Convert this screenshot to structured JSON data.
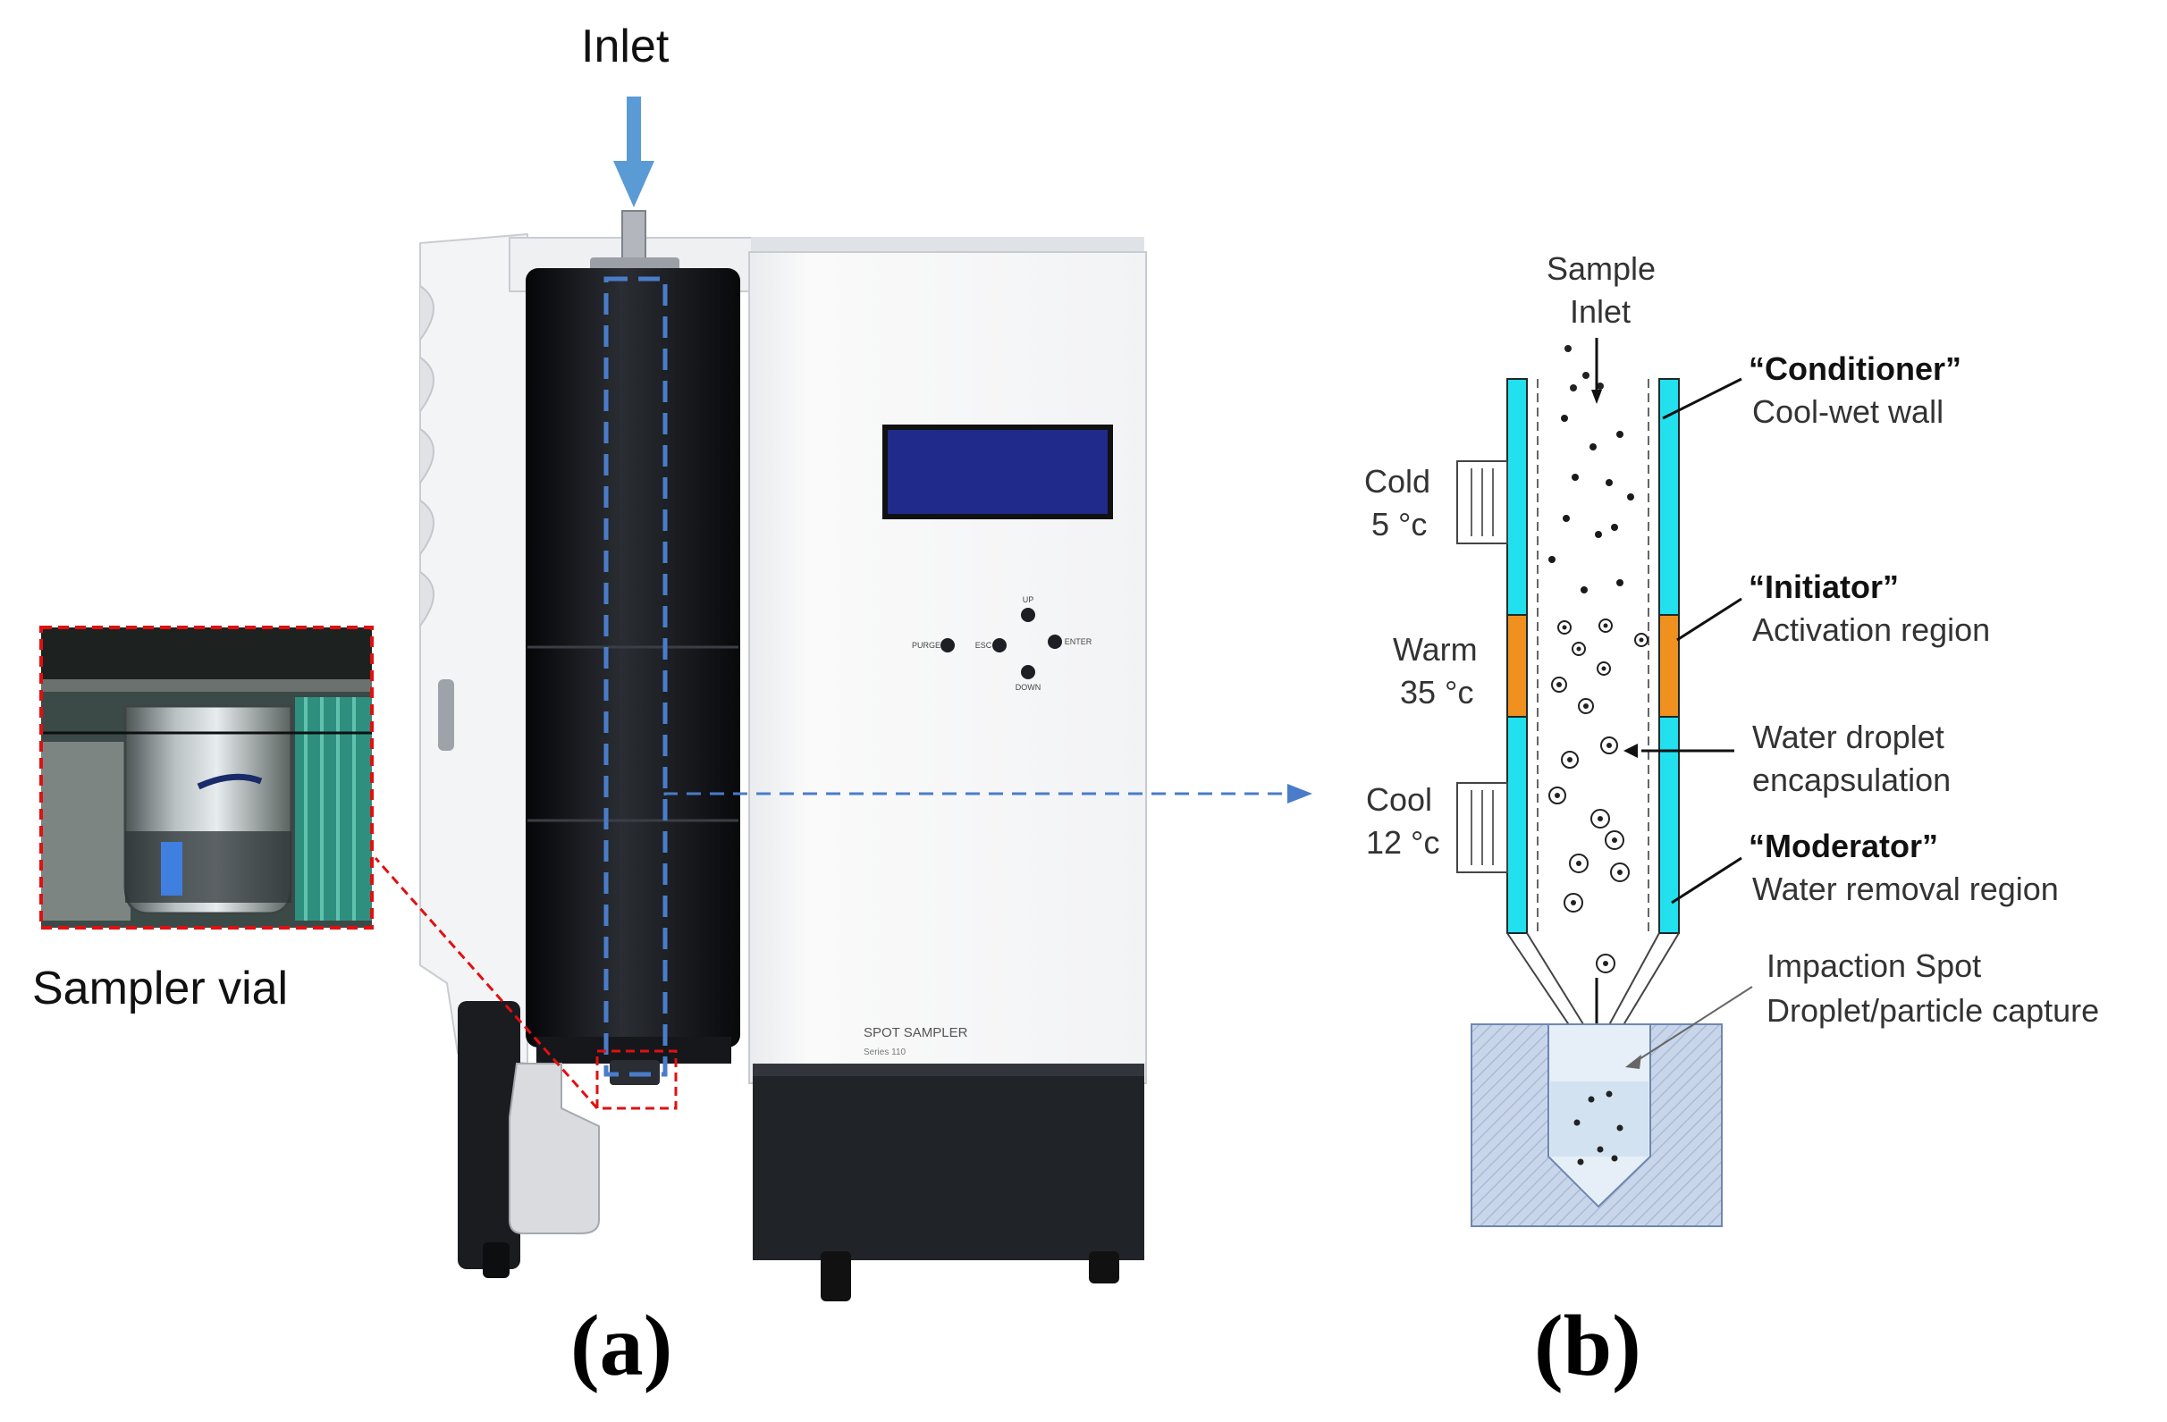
{
  "figure": {
    "panel_a": {
      "label": "(a)",
      "inlet_label": "Inlet",
      "vial_label": "Sampler vial",
      "device": {
        "brand_line": "SPOT SAMPLER",
        "series_line": "Series 110",
        "buttons": {
          "up": "UP",
          "down": "DOWN",
          "esc": "ESC",
          "purge": "PURGE",
          "enter": "ENTER"
        }
      }
    },
    "panel_b": {
      "label": "(b)",
      "sample_inlet": [
        "Sample",
        "Inlet"
      ],
      "zones": [
        {
          "name": "Cold",
          "temp": "5 °c"
        },
        {
          "name": "Warm",
          "temp": "35 °c"
        },
        {
          "name": "Cool",
          "temp": "12 °c"
        }
      ],
      "callouts": {
        "conditioner": {
          "title": "“Conditioner”",
          "desc": "Cool-wet wall"
        },
        "initiator": {
          "title": "“Initiator”",
          "desc": "Activation region"
        },
        "encapsulation": {
          "line1": "Water droplet",
          "line2": "encapsulation"
        },
        "moderator": {
          "title": "“Moderator”",
          "desc": "Water removal region"
        },
        "impaction": {
          "line1": "Impaction Spot",
          "line2": "Droplet/particle capture"
        }
      }
    },
    "colors": {
      "arrow_blue": "#5b9bd5",
      "dash_blue": "#4a7cc9",
      "cyan_wall": "#22e0ee",
      "orange_zone": "#f0901e",
      "vial_red": "#e01010",
      "column_black": "#14161a",
      "block_fill": "#c9d6ea"
    }
  }
}
